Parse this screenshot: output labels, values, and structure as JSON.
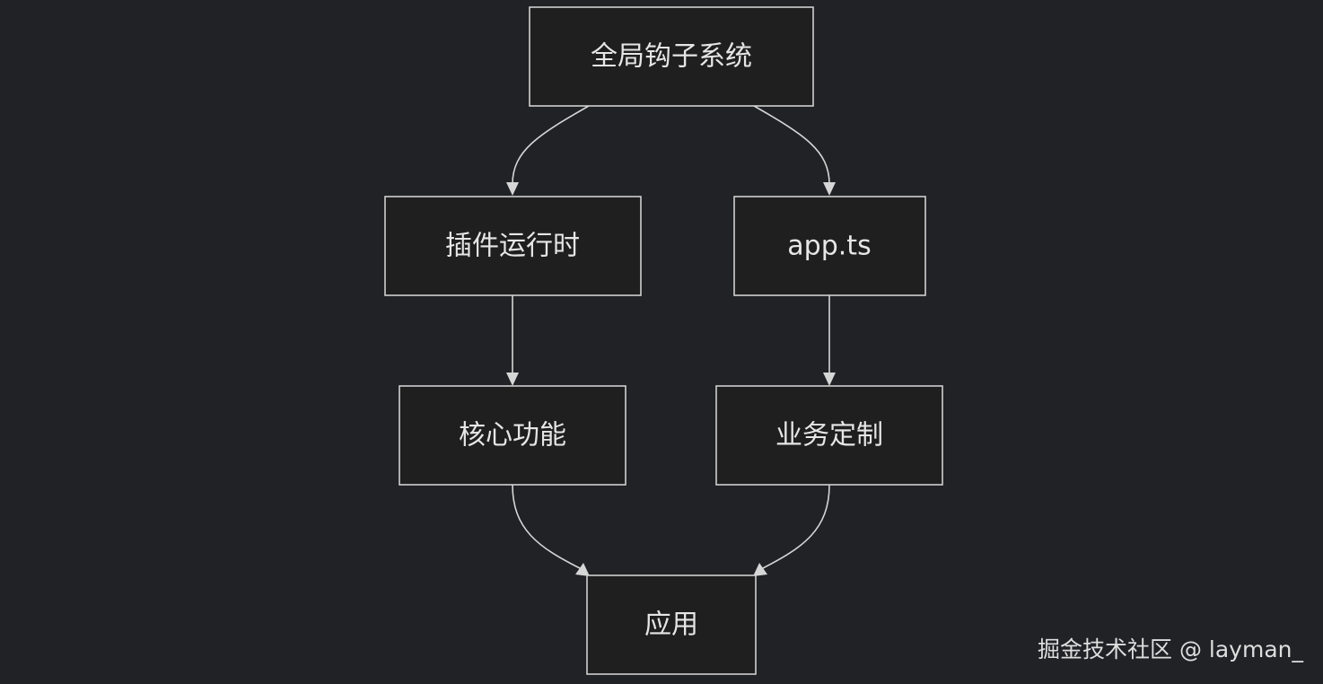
{
  "diagram": {
    "nodes": [
      {
        "id": "global-hooks",
        "label": "全局钩子系统"
      },
      {
        "id": "plugin-runtime",
        "label": "插件运行时"
      },
      {
        "id": "app-ts",
        "label": "app.ts"
      },
      {
        "id": "core-features",
        "label": "核心功能"
      },
      {
        "id": "business-custom",
        "label": "业务定制"
      },
      {
        "id": "application",
        "label": "应用"
      }
    ],
    "edges": [
      {
        "from": "global-hooks",
        "to": "plugin-runtime"
      },
      {
        "from": "global-hooks",
        "to": "app-ts"
      },
      {
        "from": "plugin-runtime",
        "to": "core-features"
      },
      {
        "from": "app-ts",
        "to": "business-custom"
      },
      {
        "from": "core-features",
        "to": "application"
      },
      {
        "from": "business-custom",
        "to": "application"
      }
    ]
  },
  "watermark": "掘金技术社区 @ layman_"
}
